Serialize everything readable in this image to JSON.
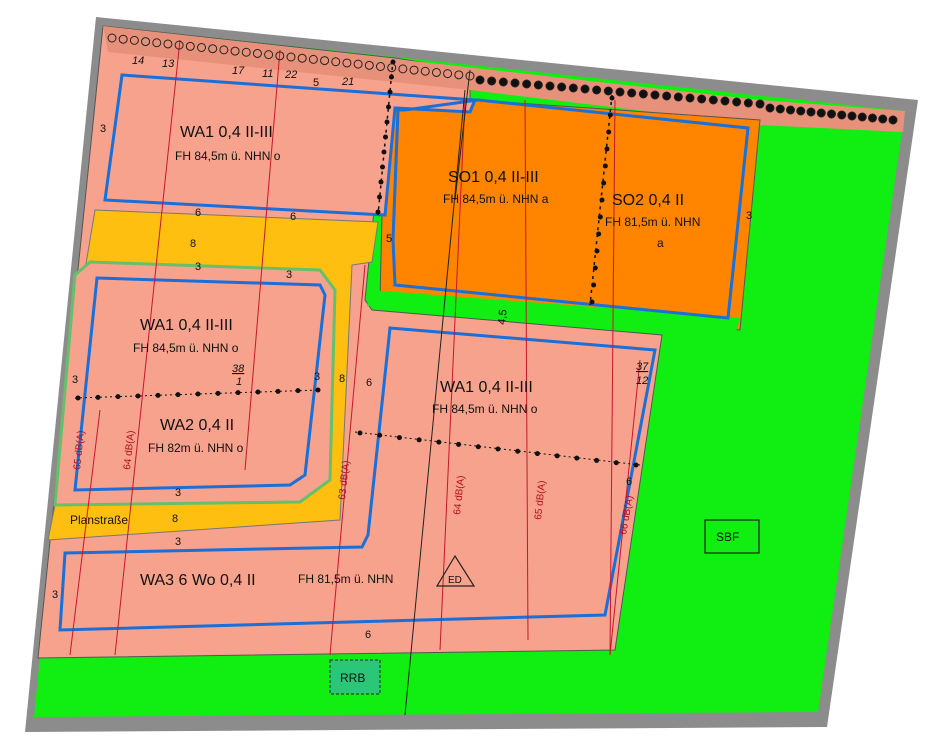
{
  "zones": {
    "wa1_top": {
      "l1": "WA1   0,4  II-III",
      "l2": "FH 84,5m ü. NHN  o"
    },
    "so1": {
      "l1": "SO1   0,4  II-III",
      "l2": "FH 84,5m ü. NHN   a"
    },
    "so2": {
      "l1": "SO2   0,4   II",
      "l2": "FH 81,5m ü. NHN",
      "l3": "a"
    },
    "wa1_left": {
      "l1": "WA1   0,4  II-III",
      "l2": "FH 84,5m ü. NHN  o"
    },
    "wa2": {
      "l1": "WA2   0,4   II",
      "l2": "FH 82m ü. NHN   o"
    },
    "wa1_right": {
      "l1": "WA1   0,4  II-III",
      "l2": "FH 84,5m ü. NHN  o"
    },
    "wa3": {
      "l1": "WA3   6 Wo    0,4   II",
      "l2": "FH 81,5m ü. NHN"
    }
  },
  "labels": {
    "street": "Planstraße",
    "sbf": "SBF",
    "rrb": "RRB",
    "ed": "ED"
  },
  "parcels": {
    "p1": "14",
    "p2": "13",
    "p3": "17",
    "p4": "11",
    "p5": "22",
    "p6": "21",
    "p38_top": "38",
    "p38_bot": "1",
    "p37_top": "37",
    "p37_bot": "12"
  },
  "noise": {
    "n65a": "65 dB(A)",
    "n64a": "64 dB(A)",
    "n63": "63 dB(A)",
    "n64b": "64 dB(A)",
    "n65b": "65 dB(A)",
    "n66": "66 dB(A)"
  },
  "dims": {
    "d3a": "3",
    "d3b": "3",
    "d3c": "3",
    "d3d": "3",
    "d3e": "3",
    "d3f": "3",
    "d3g": "3",
    "d3h": "3",
    "d5a": "5",
    "d5b": "5",
    "d6a": "6",
    "d6b": "6",
    "d6c": "6",
    "d6d": "6",
    "d6e": "6",
    "d8a": "8",
    "d8b": "8",
    "d8c": "8",
    "d45": "4,5",
    "d3i": "3"
  },
  "colors": {
    "green": "#11ee11",
    "salmon": "#f6a28c",
    "orange": "#ff8400",
    "street": "#ffbf10",
    "boundary": "#1a6fd8",
    "border": "#8c8c8c"
  }
}
